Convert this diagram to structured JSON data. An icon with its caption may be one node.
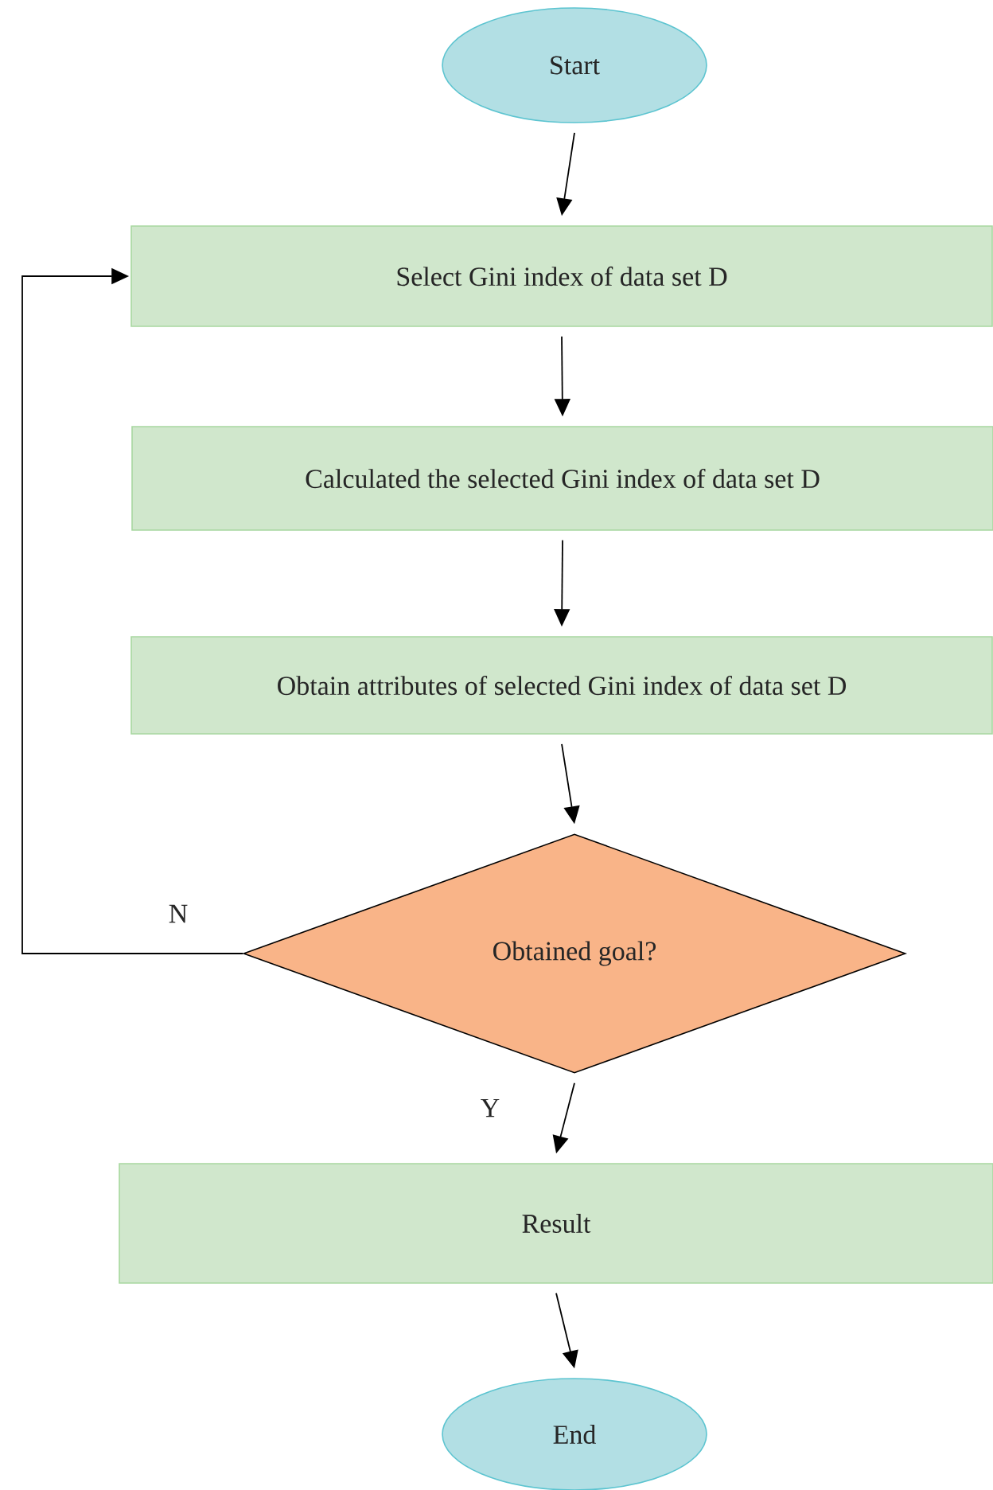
{
  "diagram": {
    "nodes": [
      {
        "text": [
          "Start"
        ]
      },
      {
        "text": [
          "Select Gini index of data set D"
        ]
      },
      {
        "text": [
          "Calculated the selected Gini index of data set D"
        ]
      },
      {
        "text": [
          "Obtain attributes of selected Gini index of data set D"
        ]
      },
      {
        "text": [
          "Obtained goal?"
        ]
      },
      {
        "text": [
          "Result"
        ]
      },
      {
        "text": [
          "End"
        ]
      }
    ],
    "edges": [
      {
        "from": 0,
        "to": 1,
        "arrow": "to"
      },
      {
        "from": 1,
        "to": 2,
        "arrow": "to"
      },
      {
        "from": 2,
        "to": 3,
        "arrow": "to"
      },
      {
        "from": 3,
        "to": 4,
        "arrow": "to"
      },
      {
        "from": 4,
        "to": 1,
        "arrow": "to",
        "label": "N"
      },
      {
        "from": 4,
        "to": 5,
        "arrow": "to",
        "label": "Y"
      },
      {
        "from": 5,
        "to": 6,
        "arrow": "to"
      }
    ]
  }
}
